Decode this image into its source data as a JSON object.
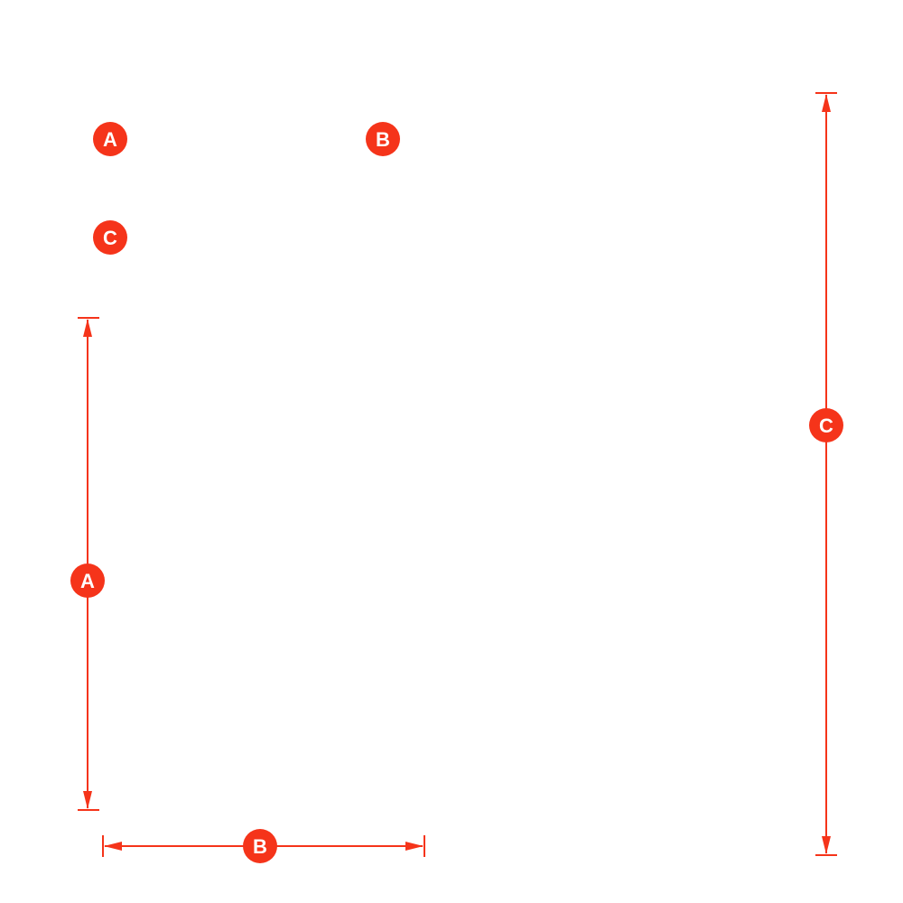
{
  "accent_color": "#f5341a",
  "legend": [
    {
      "label": "A"
    },
    {
      "label": "B"
    },
    {
      "label": "C"
    }
  ],
  "dimensions": {
    "a": {
      "label": "A",
      "orientation": "vertical"
    },
    "b": {
      "label": "B",
      "orientation": "horizontal"
    },
    "c": {
      "label": "C",
      "orientation": "vertical"
    }
  }
}
